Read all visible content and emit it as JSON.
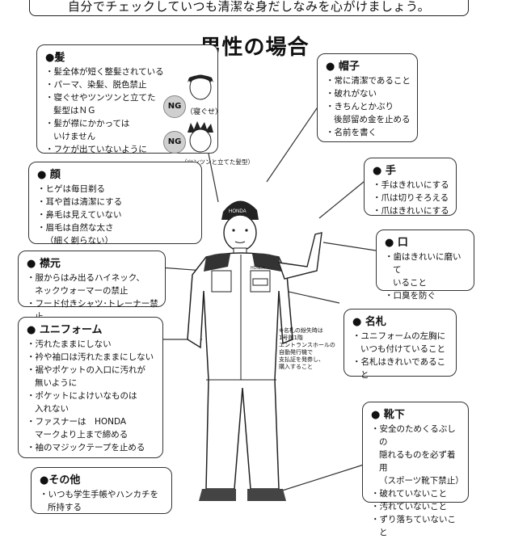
{
  "banner": "自分でチェックしていつも清潔な身だしなみを心がけましょう。",
  "title": "男性の場合",
  "sections": {
    "hair": {
      "title": "●髪",
      "items": [
        "髪全体が短く整髪されている",
        "パーマ、染髪、脱色禁止",
        "寝ぐせやツンツンと立てた\n髪型はＮＧ",
        "髪が襟にかかっては\nいけません",
        "フケが出ていないように"
      ],
      "ng1_label": "NG",
      "ng1_caption": "（寝ぐせ）",
      "ng2_label": "NG",
      "ng2_caption": "（ツンツンと立てた髪型）"
    },
    "cap": {
      "title": "● 帽子",
      "items": [
        "常に清潔であること",
        "破れがない",
        "きちんとかぶり\n後部留め金を止める",
        "名前を書く"
      ]
    },
    "face": {
      "title": "● 顔",
      "items": [
        "ヒゲは毎日剃る",
        "耳や首は清潔にする",
        "鼻毛は見えていない",
        "眉毛は自然な太さ\n（細く剃らない）"
      ]
    },
    "hands": {
      "title": "● 手",
      "items": [
        "手はきれいにする",
        "爪は切りそろえる",
        "爪はきれいにする"
      ]
    },
    "mouth": {
      "title": "● 口",
      "items": [
        "歯はきれいに磨いて\nいること",
        "口臭を防ぐ"
      ]
    },
    "collar": {
      "title": "● 襟元",
      "items": [
        "服からはみ出るハイネック、\nネックウォーマーの禁止",
        "フード付きシャツ･トレーナー禁止"
      ]
    },
    "nametag": {
      "title": "● 名札",
      "items": [
        "ユニフォームの左胸に\nいつも付けていること",
        "名札はきれいであること"
      ]
    },
    "uniform": {
      "title": "● ユニフォーム",
      "items": [
        "汚れたままにしない",
        "衿や袖口は汚れたままにしない",
        "裾やポケットの入口に汚れが\n無いように",
        "ポケットによけいなものは\n入れない",
        "ファスナーは　HONDA\nマークより上まで締める",
        "袖のマジックテープを止める"
      ]
    },
    "socks": {
      "title": "● 靴下",
      "items": [
        "安全のためくるぶしの\n隠れるものを必ず着用\n（スポーツ靴下禁止）",
        "破れていないこと",
        "汚れていないこと",
        "ずり落ちていないこと"
      ]
    },
    "other": {
      "title": "●その他",
      "items": [
        "いつも学生手帳やハンカチを\n所持する"
      ]
    }
  },
  "figure": {
    "cap_logo": "HONDA",
    "chest_logo": "HONDA",
    "note": "※名札の紛失時は\n1号館1階\nエントランスホールの\n自動発行機で\n支払証を発券し、\n購入すること"
  }
}
